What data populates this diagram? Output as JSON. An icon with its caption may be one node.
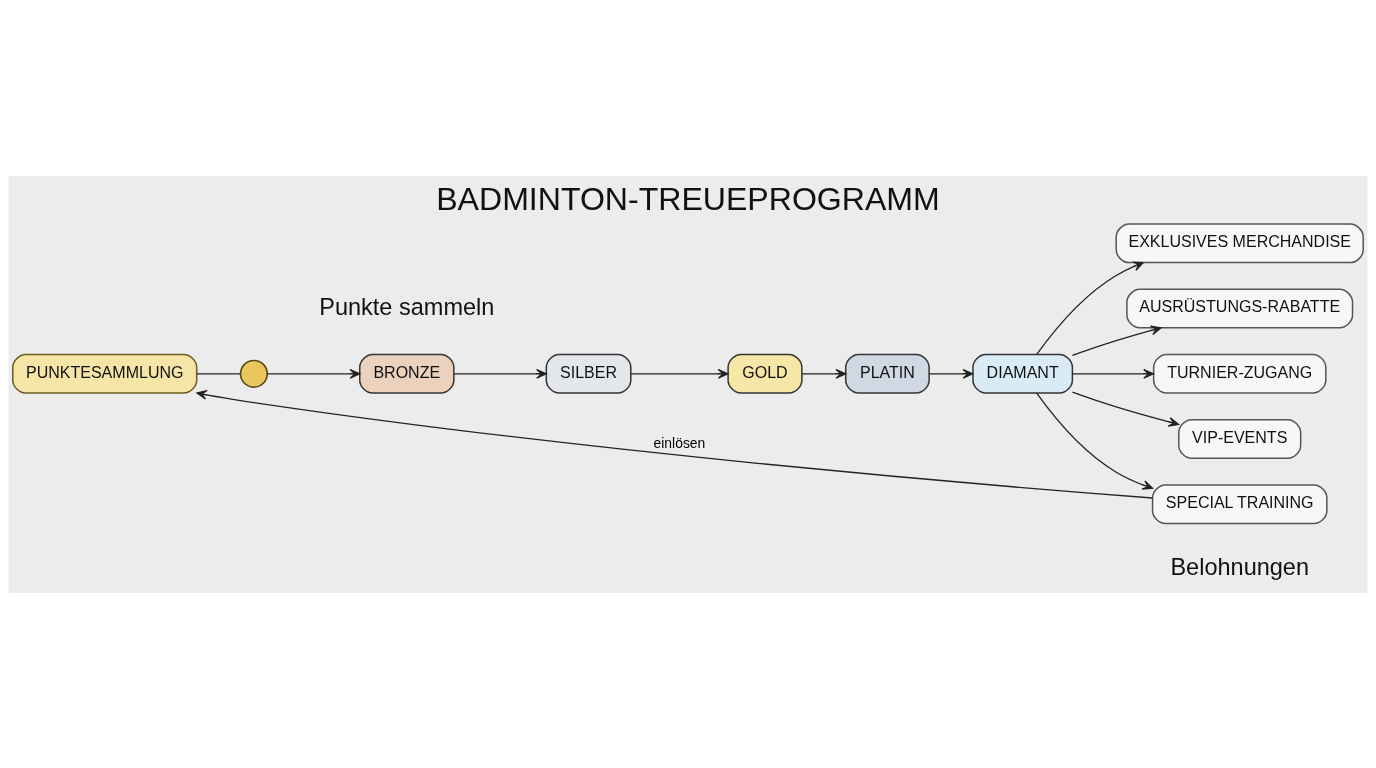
{
  "diagram": {
    "title": "BADMINTON-TREUEPROGRAMM",
    "nodes": [
      {
        "text": [
          "PUNKTESAMMLUNG"
        ]
      },
      {
        "text": [],
        "shape": "circle"
      },
      {
        "text": [
          "BRONZE"
        ]
      },
      {
        "text": [
          "SILBER"
        ]
      },
      {
        "text": [
          "GOLD"
        ]
      },
      {
        "text": [
          "PLATIN"
        ]
      },
      {
        "text": [
          "DIAMANT"
        ]
      },
      {
        "text": [
          "EXKLUSIVES MERCHANDISE"
        ]
      },
      {
        "text": [
          "AUSRÜSTUNGS-RABATTE"
        ]
      },
      {
        "text": [
          "TURNIER-ZUGANG"
        ]
      },
      {
        "text": [
          "VIP-EVENTS"
        ]
      },
      {
        "text": [
          "SPECIAL TRAINING"
        ]
      }
    ],
    "edges": [
      {
        "from": 0,
        "to": 1,
        "arrow": "none"
      },
      {
        "from": 1,
        "to": 2,
        "arrow": "to"
      },
      {
        "from": 2,
        "to": 3,
        "arrow": "to"
      },
      {
        "from": 3,
        "to": 4,
        "arrow": "to"
      },
      {
        "from": 4,
        "to": 5,
        "arrow": "to"
      },
      {
        "from": 5,
        "to": 6,
        "arrow": "to"
      },
      {
        "from": 6,
        "to": 7,
        "arrow": "to"
      },
      {
        "from": 6,
        "to": 8,
        "arrow": "to"
      },
      {
        "from": 6,
        "to": 9,
        "arrow": "to"
      },
      {
        "from": 6,
        "to": 10,
        "arrow": "to"
      },
      {
        "from": 6,
        "to": 11,
        "arrow": "to"
      },
      {
        "from": 11,
        "to": 0,
        "arrow": "to",
        "label": "einlösen"
      }
    ],
    "labels": [
      "Punkte sammeln",
      "Belohnungen"
    ]
  }
}
